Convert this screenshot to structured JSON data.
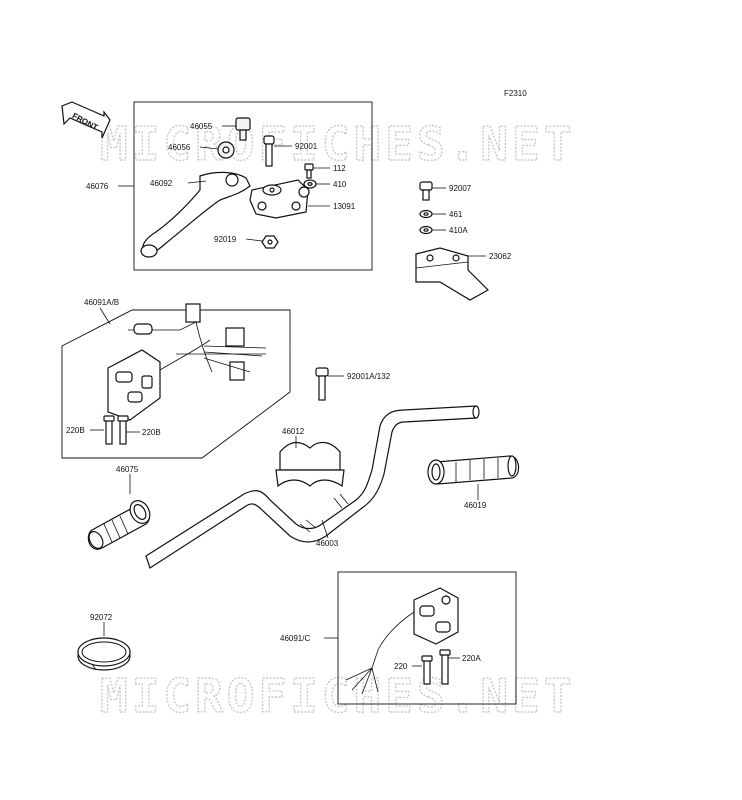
{
  "figure_code": "F2310",
  "watermark": "MICROFICHES.NET",
  "front_label": "FRONT",
  "labels": {
    "p46055": "46055",
    "p46056": "46056",
    "p92001": "92001",
    "p46076": "46076",
    "p46092": "46092",
    "p112": "112",
    "p410": "410",
    "p13091": "13091",
    "p92019": "92019",
    "p92007": "92007",
    "p461": "461",
    "p410A": "410A",
    "p23062": "23062",
    "p46091AB": "46091A/B",
    "p220B_a": "220B",
    "p220B_b": "220B",
    "p92001A132": "92001A/132",
    "p46012": "46012",
    "p46075": "46075",
    "p46019": "46019",
    "p46003": "46003",
    "p92072": "92072",
    "p46091C": "46091/C",
    "p220": "220",
    "p220A": "220A"
  }
}
